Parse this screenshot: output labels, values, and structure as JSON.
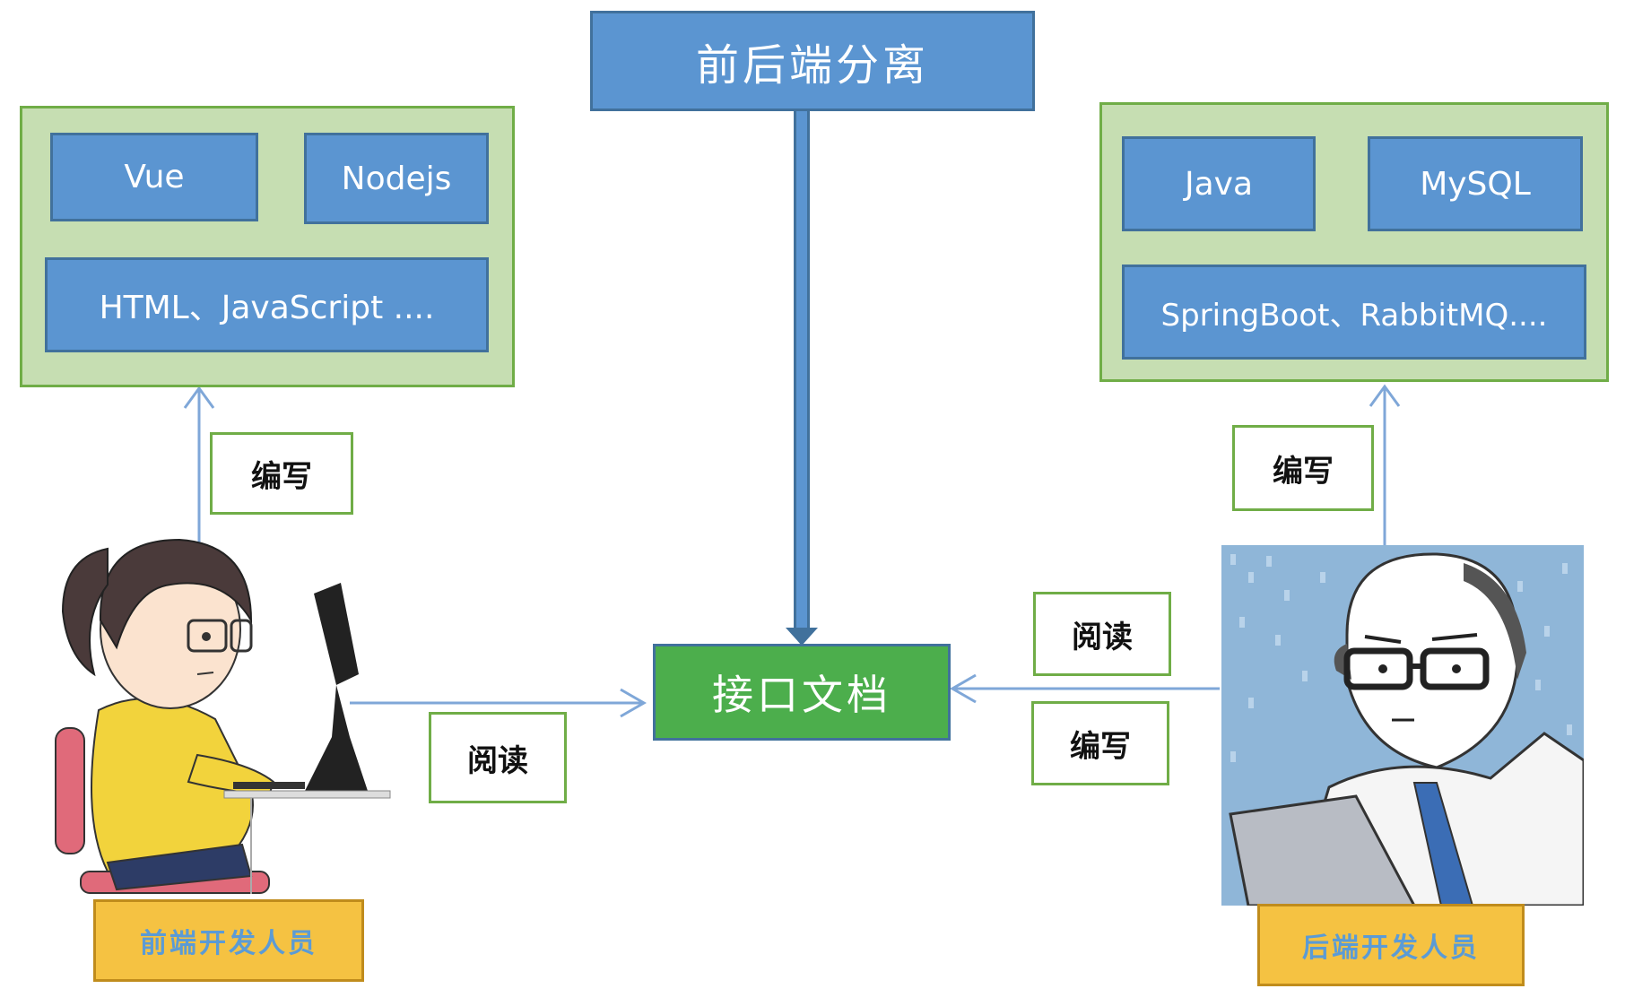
{
  "title": "前后端分离",
  "center": "接口文档",
  "frontend": {
    "items": [
      "Vue",
      "Nodejs"
    ],
    "wide": "HTML、JavaScript ....",
    "write_label": "编写",
    "read_label": "阅读",
    "role": "前端开发人员"
  },
  "backend": {
    "items": [
      "Java",
      "MySQL"
    ],
    "wide": "SpringBoot、RabbitMQ....",
    "write_label": "编写",
    "read_label": "阅读",
    "write_label_2": "编写",
    "role": "后端开发人员"
  },
  "colors": {
    "blue_box": "#5b95d1",
    "blue_border": "#41719c",
    "green_panel": "#c6deb2",
    "green_border": "#70ad47",
    "center_green": "#4cae4c",
    "arrow_blue": "#7fa7d8",
    "role_orange": "#f5c242"
  }
}
